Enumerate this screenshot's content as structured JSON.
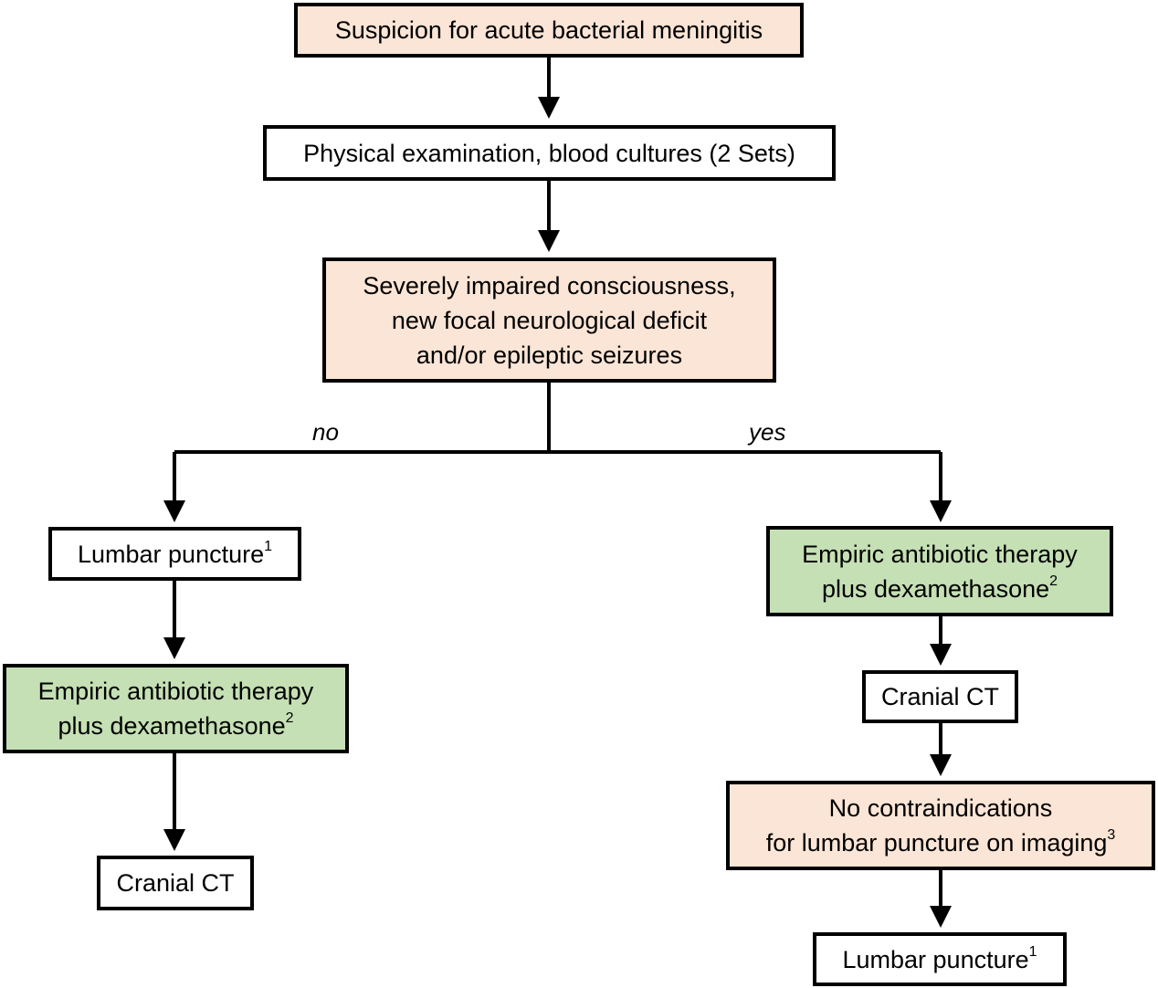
{
  "nodes": {
    "suspicion": {
      "label": "Suspicion for acute bacterial meningitis"
    },
    "exam": {
      "label": "Physical examination, blood cultures (2 Sets)"
    },
    "criteria": {
      "line1": "Severely impaired consciousness,",
      "line2": "new focal neurological deficit",
      "line3": "and/or epileptic seizures"
    },
    "no_lp": {
      "label": "Lumbar puncture",
      "sup": "1"
    },
    "no_therapy": {
      "line1": "Empiric antibiotic therapy",
      "line2": "plus dexamethasone",
      "sup": "2"
    },
    "no_ct": {
      "label": "Cranial CT"
    },
    "yes_therapy": {
      "line1": "Empiric antibiotic therapy",
      "line2": "plus dexamethasone",
      "sup": "2"
    },
    "yes_ct": {
      "label": "Cranial CT"
    },
    "contra": {
      "line1": "No contraindications",
      "line2": "for lumbar puncture on imaging",
      "sup": "3"
    },
    "yes_lp": {
      "label": "Lumbar puncture",
      "sup": "1"
    }
  },
  "branches": {
    "no": "no",
    "yes": "yes"
  },
  "colors": {
    "peach": "#fbe5d6",
    "green": "#c5e0b4",
    "plain": "#ffffff",
    "stroke": "#000000"
  }
}
